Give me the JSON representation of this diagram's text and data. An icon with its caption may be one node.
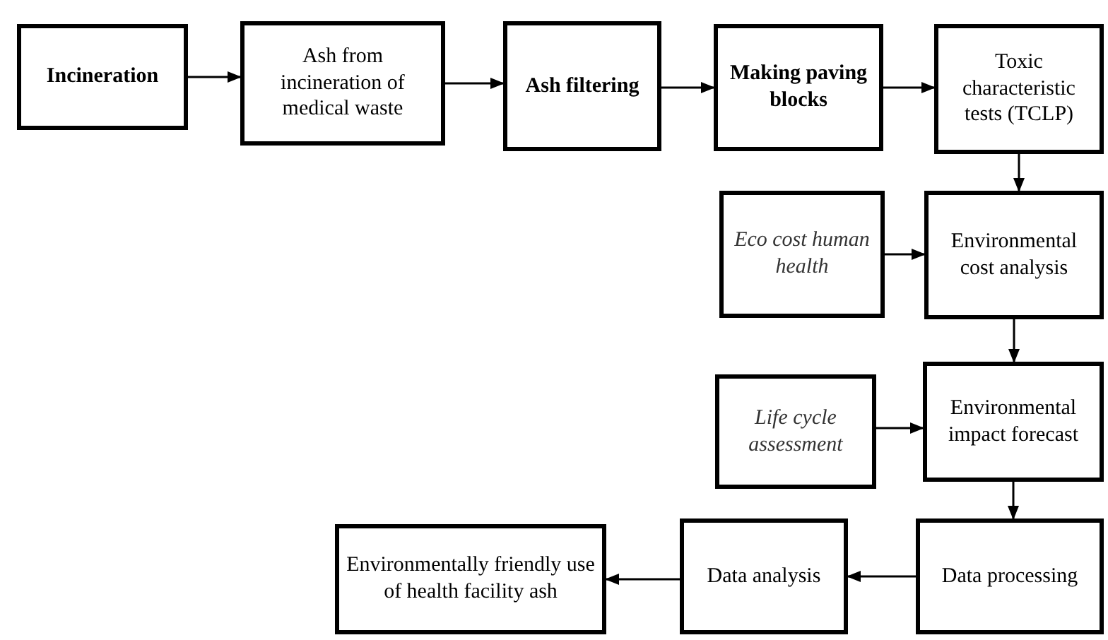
{
  "diagram": {
    "nodes": [
      {
        "text": [
          "Incineration"
        ]
      },
      {
        "text": [
          "Ash from incineration of medical waste"
        ]
      },
      {
        "text": [
          "Ash filtering"
        ]
      },
      {
        "text": [
          "Making paving blocks"
        ]
      },
      {
        "text": [
          "Toxic characteristic tests (TCLP)"
        ]
      },
      {
        "text": [
          "Eco cost human health"
        ]
      },
      {
        "text": [
          "Environmental cost analysis"
        ]
      },
      {
        "text": [
          "Life cycle assessment"
        ]
      },
      {
        "text": [
          "Environmental impact forecast"
        ]
      },
      {
        "text": [
          "Data processing"
        ]
      },
      {
        "text": [
          "Data analysis"
        ]
      },
      {
        "text": [
          "Environmentally friendly use of health facility ash"
        ]
      }
    ],
    "edges": [
      {
        "from": 0,
        "to": 1,
        "arrow": "to"
      },
      {
        "from": 1,
        "to": 2,
        "arrow": "to"
      },
      {
        "from": 2,
        "to": 3,
        "arrow": "to"
      },
      {
        "from": 3,
        "to": 4,
        "arrow": "to"
      },
      {
        "from": 4,
        "to": 6,
        "arrow": "to"
      },
      {
        "from": 5,
        "to": 6,
        "arrow": "to"
      },
      {
        "from": 6,
        "to": 8,
        "arrow": "to"
      },
      {
        "from": 7,
        "to": 8,
        "arrow": "to"
      },
      {
        "from": 8,
        "to": 9,
        "arrow": "to"
      },
      {
        "from": 9,
        "to": 10,
        "arrow": "to"
      },
      {
        "from": 10,
        "to": 11,
        "arrow": "to"
      }
    ]
  }
}
